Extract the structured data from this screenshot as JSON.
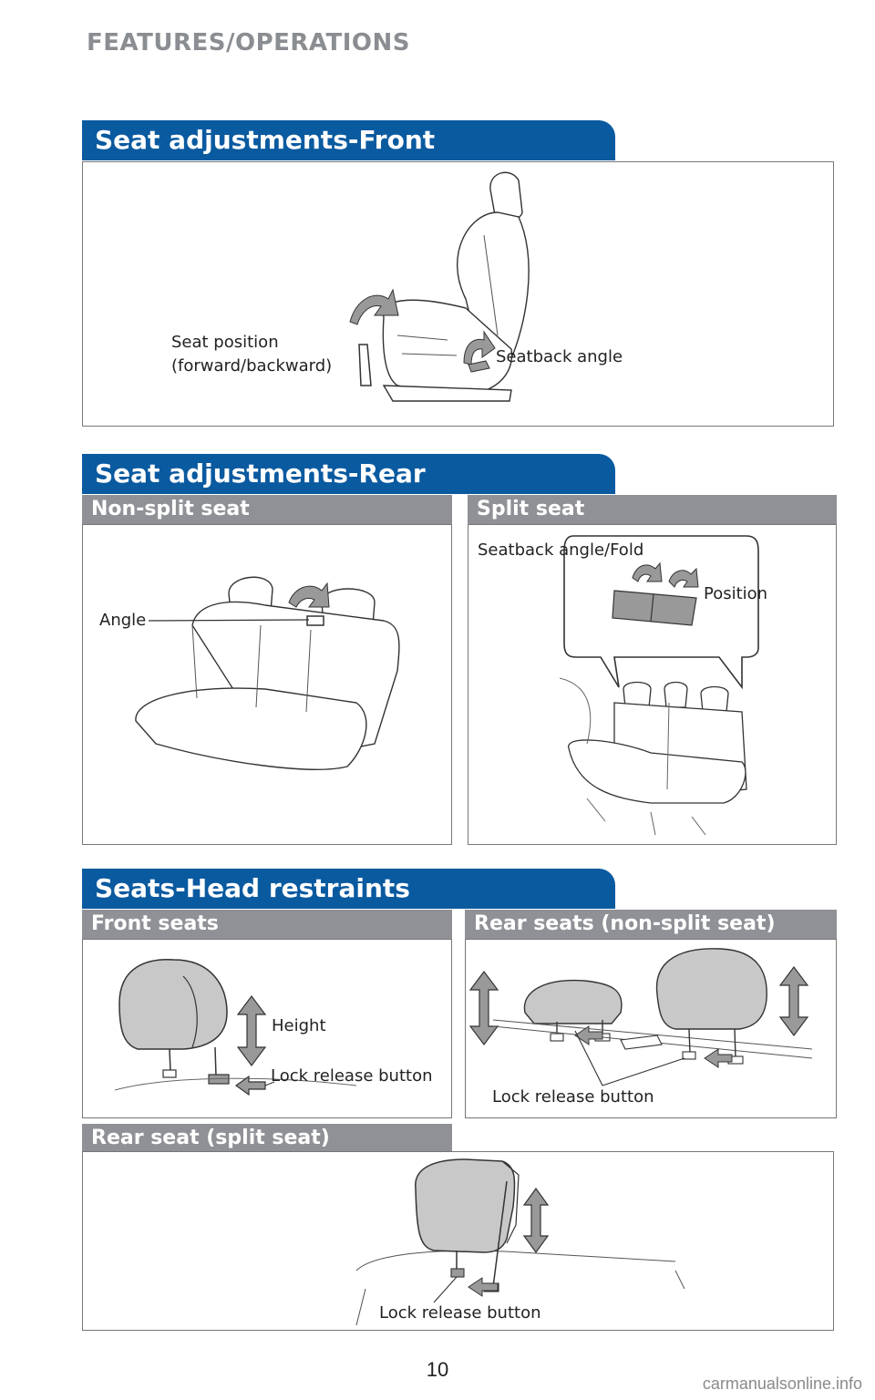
{
  "header": {
    "title": "FEATURES/OPERATIONS"
  },
  "sections": {
    "front": {
      "title": "Seat adjustments-Front",
      "label_position_line1": "Seat position",
      "label_position_line2": "(forward/backward)",
      "label_seatback": "Seatback angle"
    },
    "rear": {
      "title": "Seat adjustments-Rear",
      "nonsplit_tab": "Non-split seat",
      "split_tab": "Split seat",
      "label_angle": "Angle",
      "label_seatback_fold": "Seatback angle/Fold",
      "label_position": "Position"
    },
    "head": {
      "title": "Seats-Head restraints",
      "front_tab": "Front seats",
      "rear_nonsplit_tab": "Rear seats (non-split seat)",
      "split_tab": "Rear seat (split seat)",
      "label_height": "Height",
      "label_lock_front": "Lock release button",
      "label_lock_rear": "Lock release button",
      "label_lock_split": "Lock release button"
    }
  },
  "footer": {
    "page_number": "10",
    "watermark": "carmanualsonline.info"
  }
}
